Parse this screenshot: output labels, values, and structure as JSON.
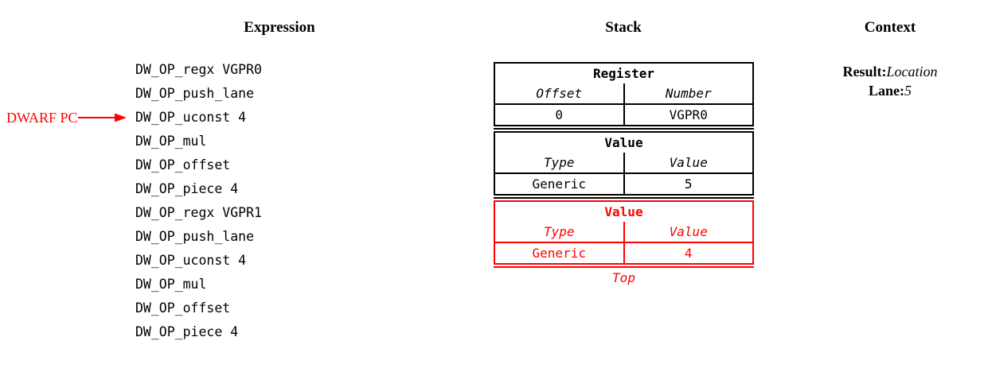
{
  "headings": {
    "expression": "Expression",
    "stack": "Stack",
    "context": "Context"
  },
  "pc_marker": {
    "label": "DWARF PC",
    "arrow_color": "#ff0000",
    "points_at_line_index": 3
  },
  "expression": {
    "lines": [
      "DW_OP_regx VGPR0",
      "DW_OP_push_lane",
      "DW_OP_uconst 4",
      "DW_OP_mul",
      "DW_OP_offset",
      "DW_OP_piece 4",
      "DW_OP_regx VGPR1",
      "DW_OP_push_lane",
      "DW_OP_uconst 4",
      "DW_OP_mul",
      "DW_OP_offset",
      "DW_OP_piece 4"
    ]
  },
  "stack": {
    "top_label": "Top",
    "entries": [
      {
        "title": "Register",
        "columns": [
          "Offset",
          "Number"
        ],
        "values": [
          "0",
          "VGPR0"
        ],
        "color": "#000000",
        "is_top": false
      },
      {
        "title": "Value",
        "columns": [
          "Type",
          "Value"
        ],
        "values": [
          "Generic",
          "5"
        ],
        "color": "#000000",
        "is_top": false
      },
      {
        "title": "Value",
        "columns": [
          "Type",
          "Value"
        ],
        "values": [
          "Generic",
          "4"
        ],
        "color": "#ff0000",
        "is_top": true
      }
    ]
  },
  "context": {
    "rows": [
      {
        "key": "Result:",
        "value": "Location"
      },
      {
        "key": "Lane:",
        "value": "5"
      }
    ]
  }
}
